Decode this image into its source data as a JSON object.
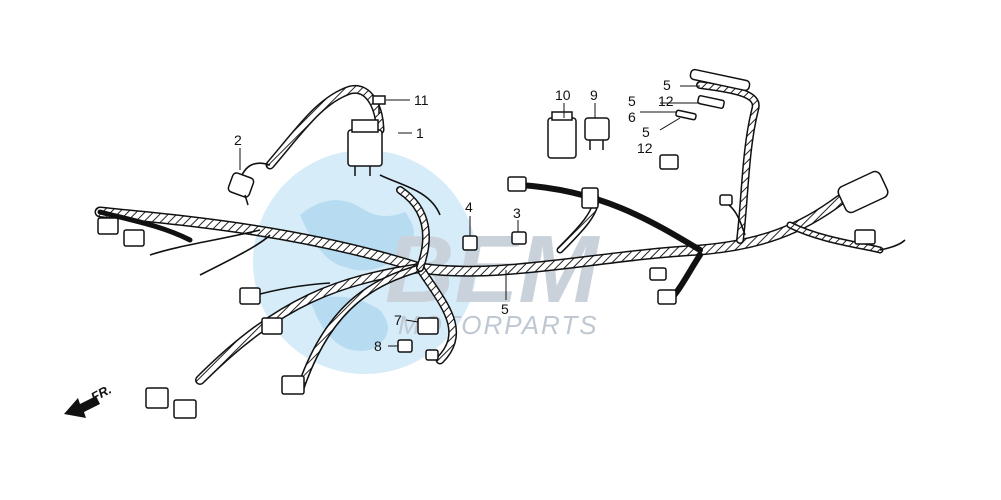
{
  "watermark": {
    "brand": "BEM",
    "subtitle": "MOTORPARTS",
    "colors": {
      "globe": "#b7dcf2",
      "text": "#c9d2db"
    }
  },
  "direction_arrow": {
    "label": "FR."
  },
  "callouts": [
    {
      "id": "c1",
      "text": "1"
    },
    {
      "id": "c2",
      "text": "2"
    },
    {
      "id": "c3",
      "text": "3"
    },
    {
      "id": "c4",
      "text": "4"
    },
    {
      "id": "c5a",
      "text": "5"
    },
    {
      "id": "c5b",
      "text": "5"
    },
    {
      "id": "c5c",
      "text": "5"
    },
    {
      "id": "c5d",
      "text": "5"
    },
    {
      "id": "c6",
      "text": "6"
    },
    {
      "id": "c7",
      "text": "7"
    },
    {
      "id": "c8",
      "text": "8"
    },
    {
      "id": "c9",
      "text": "9"
    },
    {
      "id": "c10",
      "text": "10"
    },
    {
      "id": "c11",
      "text": "11"
    },
    {
      "id": "c12a",
      "text": "12"
    },
    {
      "id": "c12b",
      "text": "12"
    }
  ]
}
